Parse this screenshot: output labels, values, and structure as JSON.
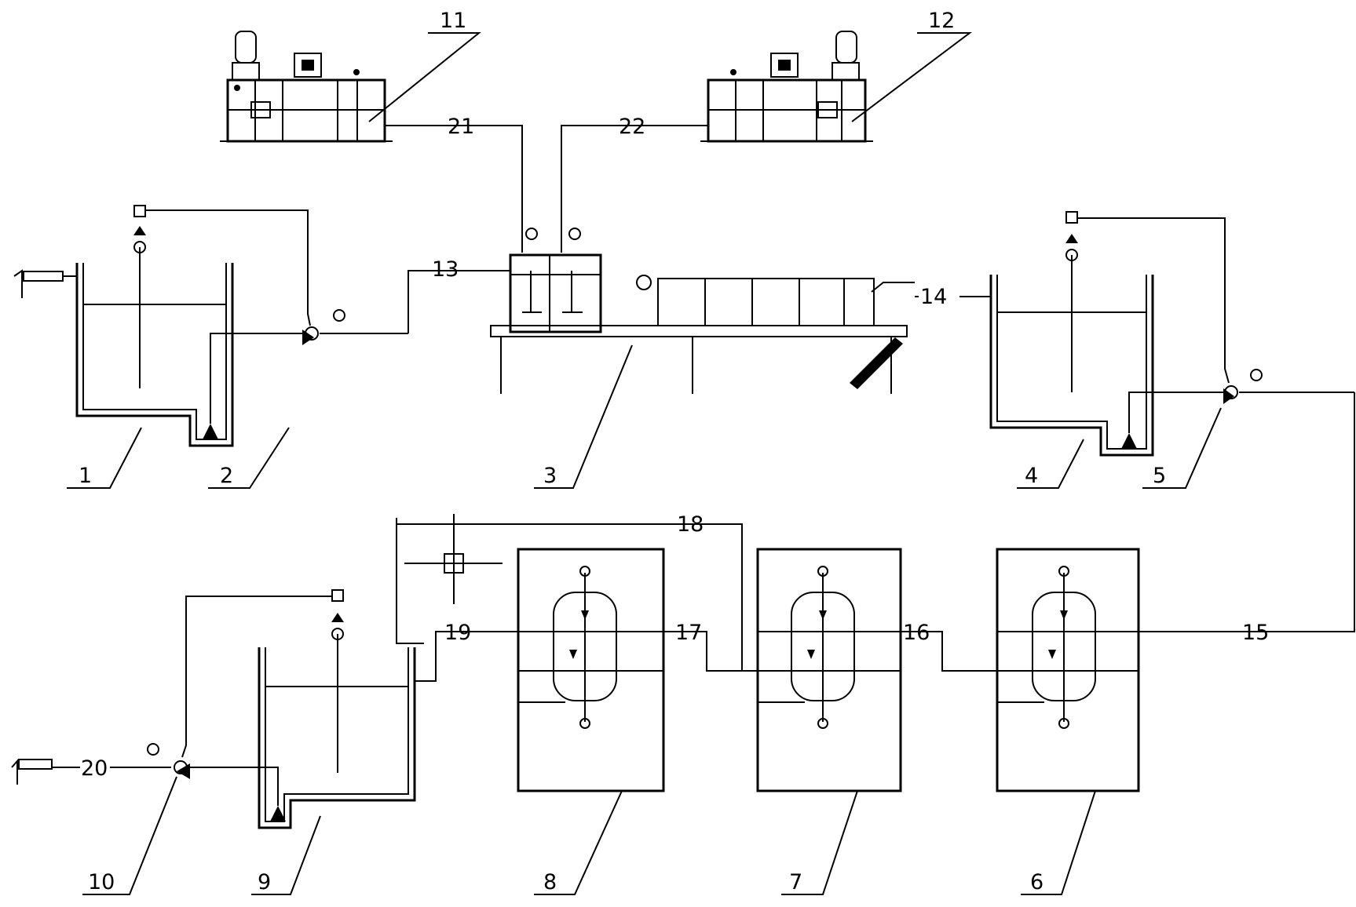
{
  "callouts": {
    "c1": "1",
    "c2": "2",
    "c3": "3",
    "c4": "4",
    "c5": "5",
    "c6": "6",
    "c7": "7",
    "c8": "8",
    "c9": "9",
    "c10": "10",
    "c11": "11",
    "c12": "12",
    "c13": "13",
    "c14": "14",
    "c15": "15",
    "c16": "16",
    "c17": "17",
    "c18": "18",
    "c19": "19",
    "c20": "20",
    "c21": "21",
    "c22": "22"
  },
  "colors": {
    "line": "#000000",
    "background": "#ffffff"
  }
}
